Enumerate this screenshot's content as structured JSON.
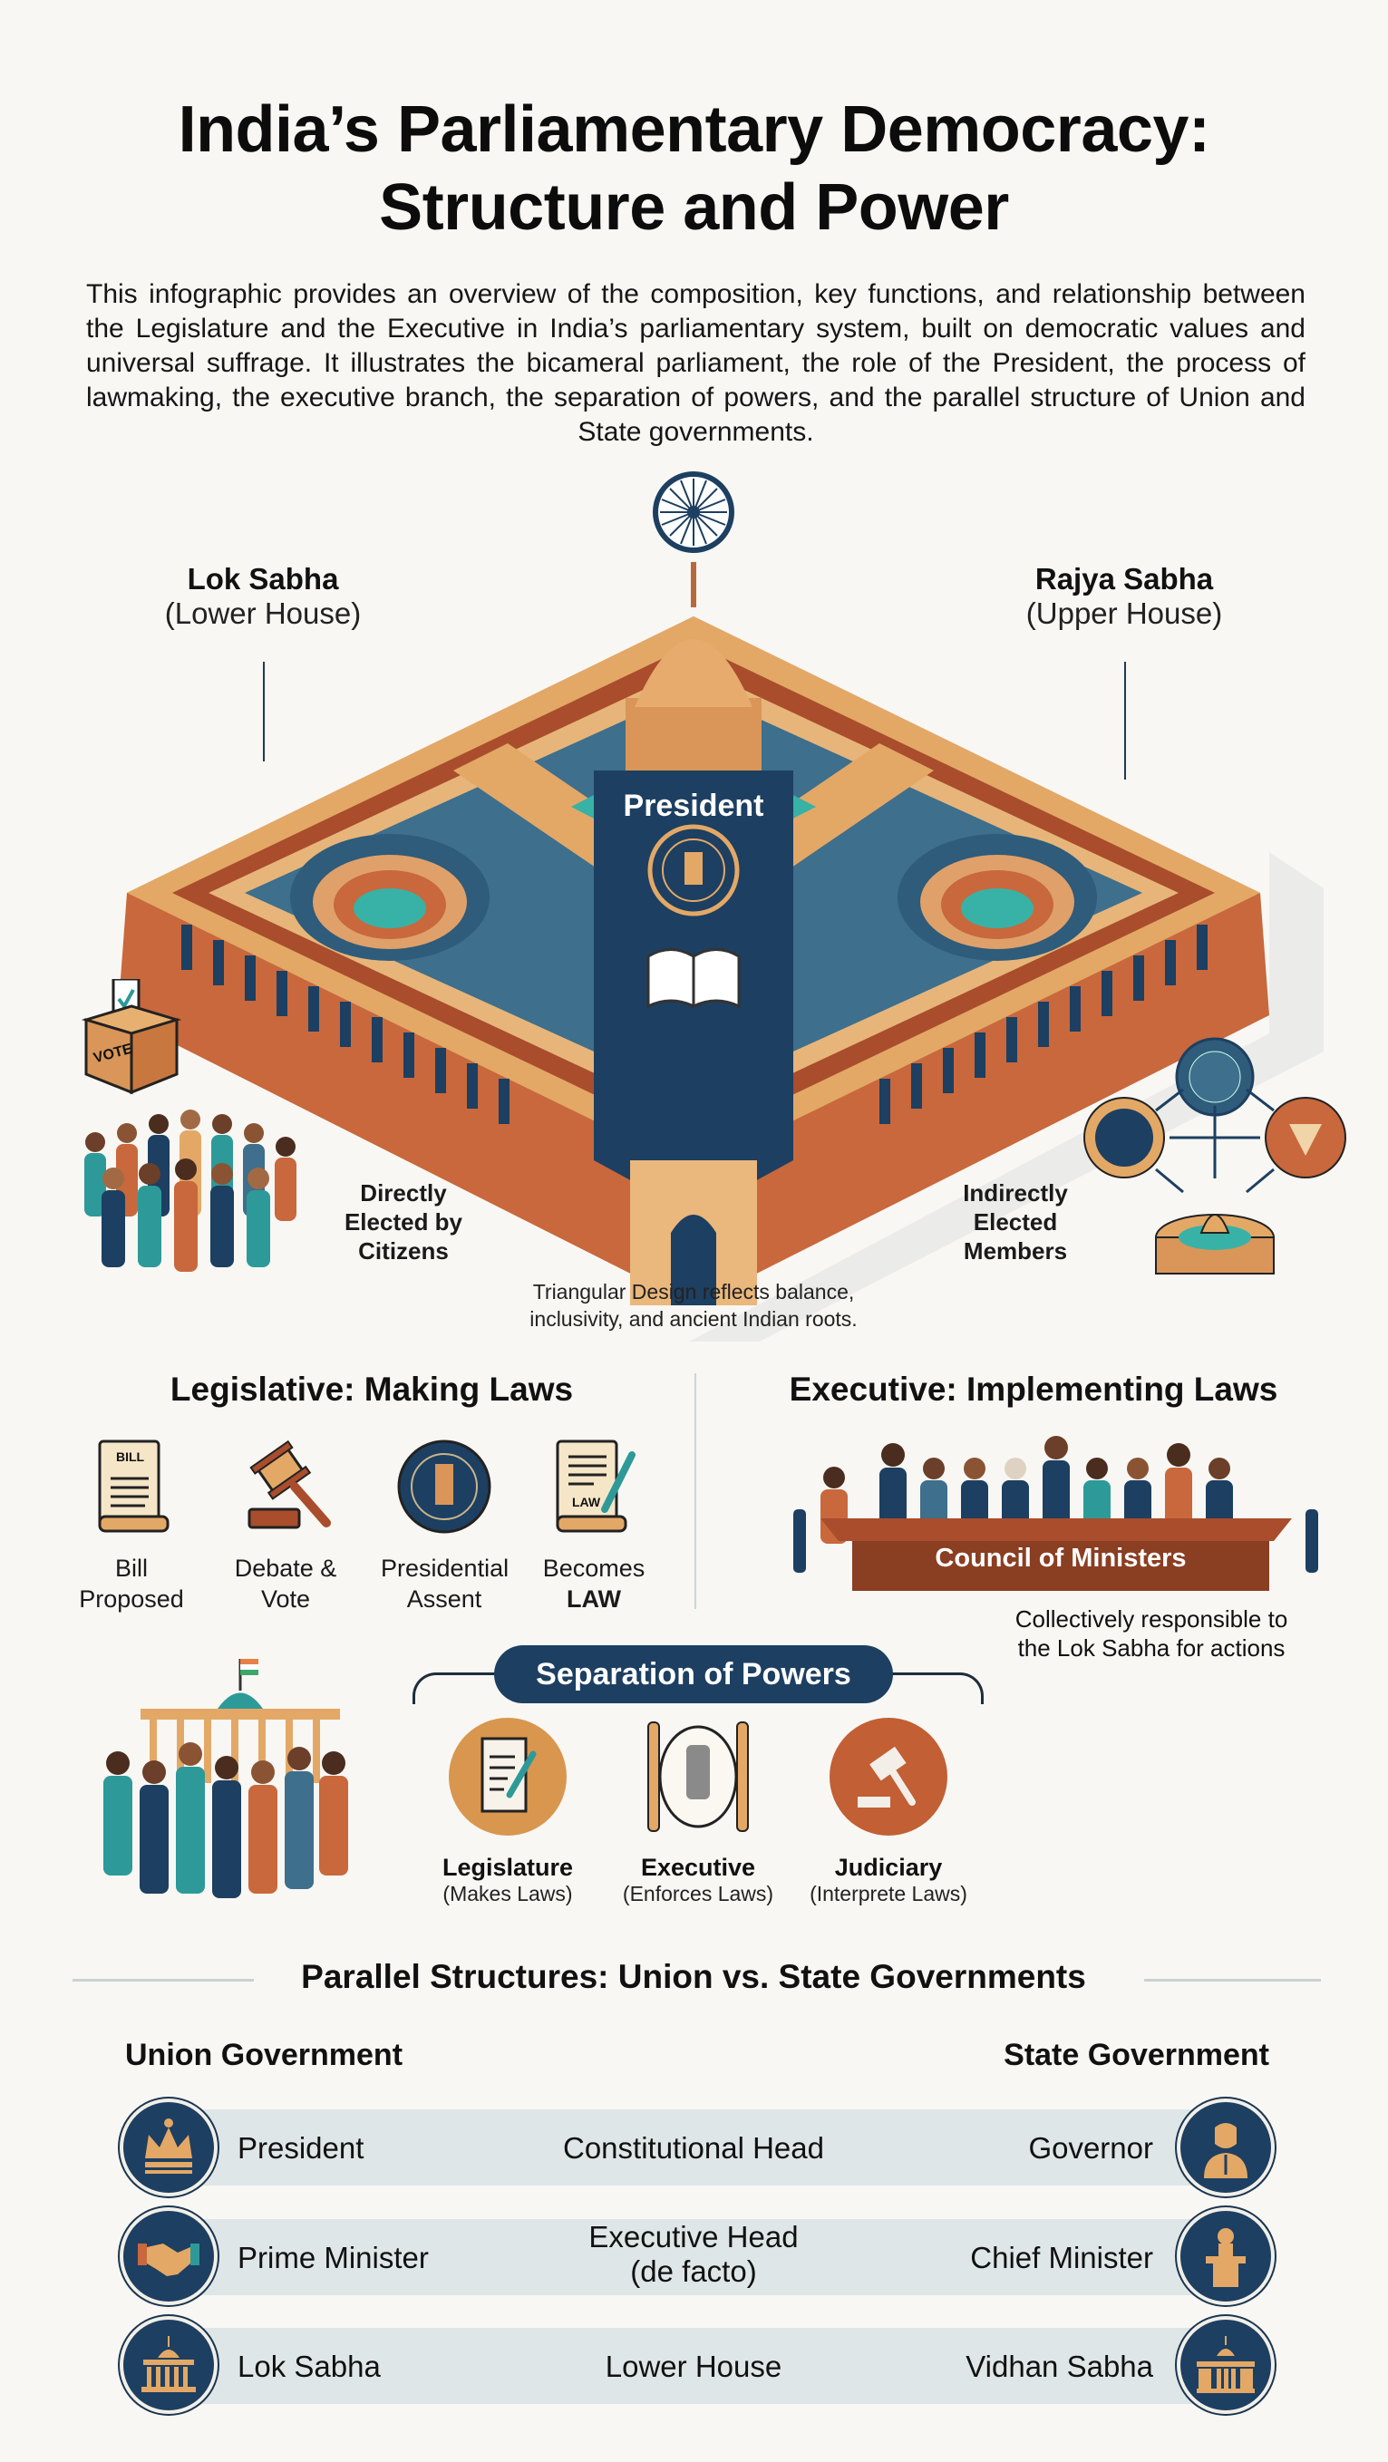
{
  "header": {
    "title_line1": "India’s Parliamentary Democracy:",
    "title_line2": "Structure and Power",
    "intro": "This infographic provides an overview of the composition, key functions, and relationship between the Legislature and the Executive in India’s parliamentary system, built on democratic values and universal suffrage. It illustrates the bicameral parliament, the role of the President, the process of lawmaking, the executive branch, the separation of powers, and the parallel structure of Union and State governments."
  },
  "parliament": {
    "lok_sabha": {
      "name": "Lok Sabha",
      "sub": "(Lower House)"
    },
    "rajya_sabha": {
      "name": "Rajya Sabha",
      "sub": "(Upper House)"
    },
    "president_label": "President",
    "vote_box_label": "VOTE",
    "direct_label": [
      "Directly",
      "Elected by",
      "Citizens"
    ],
    "indirect_label": [
      "Indirectly",
      "Elected",
      "Members"
    ],
    "caption": [
      "Triangular Design reflects balance,",
      "inclusivity, and ancient Indian roots."
    ]
  },
  "legislative": {
    "heading": "Legislative: Making Laws",
    "steps": [
      {
        "icon": "bill-scroll-icon",
        "icon_text": "BILL",
        "line1": "Bill",
        "line2": "Proposed"
      },
      {
        "icon": "gavel-icon",
        "line1": "Debate &",
        "line2": "Vote"
      },
      {
        "icon": "presidential-seal-icon",
        "line1": "Presidential",
        "line2": "Assent"
      },
      {
        "icon": "law-scroll-icon",
        "icon_text": "LAW",
        "line1": "Becomes",
        "line2": "LAW"
      }
    ]
  },
  "executive": {
    "heading": "Executive: Implementing Laws",
    "table_label": "Council of Ministers",
    "note": [
      "Collectively responsible to",
      "the Lok Sabha for actions"
    ]
  },
  "separation": {
    "heading": "Separation of Powers",
    "powers": [
      {
        "icon": "legislature-scroll-icon",
        "name": "Legislature",
        "sub": "(Makes Laws)",
        "color": "#d9964e"
      },
      {
        "icon": "emblem-scroll-icon",
        "name": "Executive",
        "sub": "(Enforces Laws)",
        "color": "#e8dcc4"
      },
      {
        "icon": "judiciary-gavel-icon",
        "name": "Judiciary",
        "sub": "(Interprete Laws)",
        "color": "#c25f35"
      }
    ]
  },
  "parallel": {
    "heading": "Parallel Structures: Union vs. State Governments",
    "union_label": "Union Government",
    "state_label": "State Government",
    "rows": [
      {
        "union_icon": "crown-icon",
        "union": "President",
        "role": "Constitutional Head",
        "state": "Governor",
        "state_icon": "person-icon"
      },
      {
        "union_icon": "handshake-icon",
        "union": "Prime Minister",
        "role_line1": "Executive Head",
        "role_line2": "(de facto)",
        "state": "Chief Minister",
        "state_icon": "podium-speaker-icon"
      },
      {
        "union_icon": "parliament-building-icon",
        "union": "Lok Sabha",
        "role": "Lower House",
        "state": "Vidhan Sabha",
        "state_icon": "assembly-building-icon"
      }
    ]
  },
  "colors": {
    "navy": "#1d3f61",
    "sandstone": "#e3a866",
    "terracotta": "#c8683c",
    "teal": "#2d9a99",
    "band": "#dfe6e8",
    "background": "#f8f7f3"
  }
}
